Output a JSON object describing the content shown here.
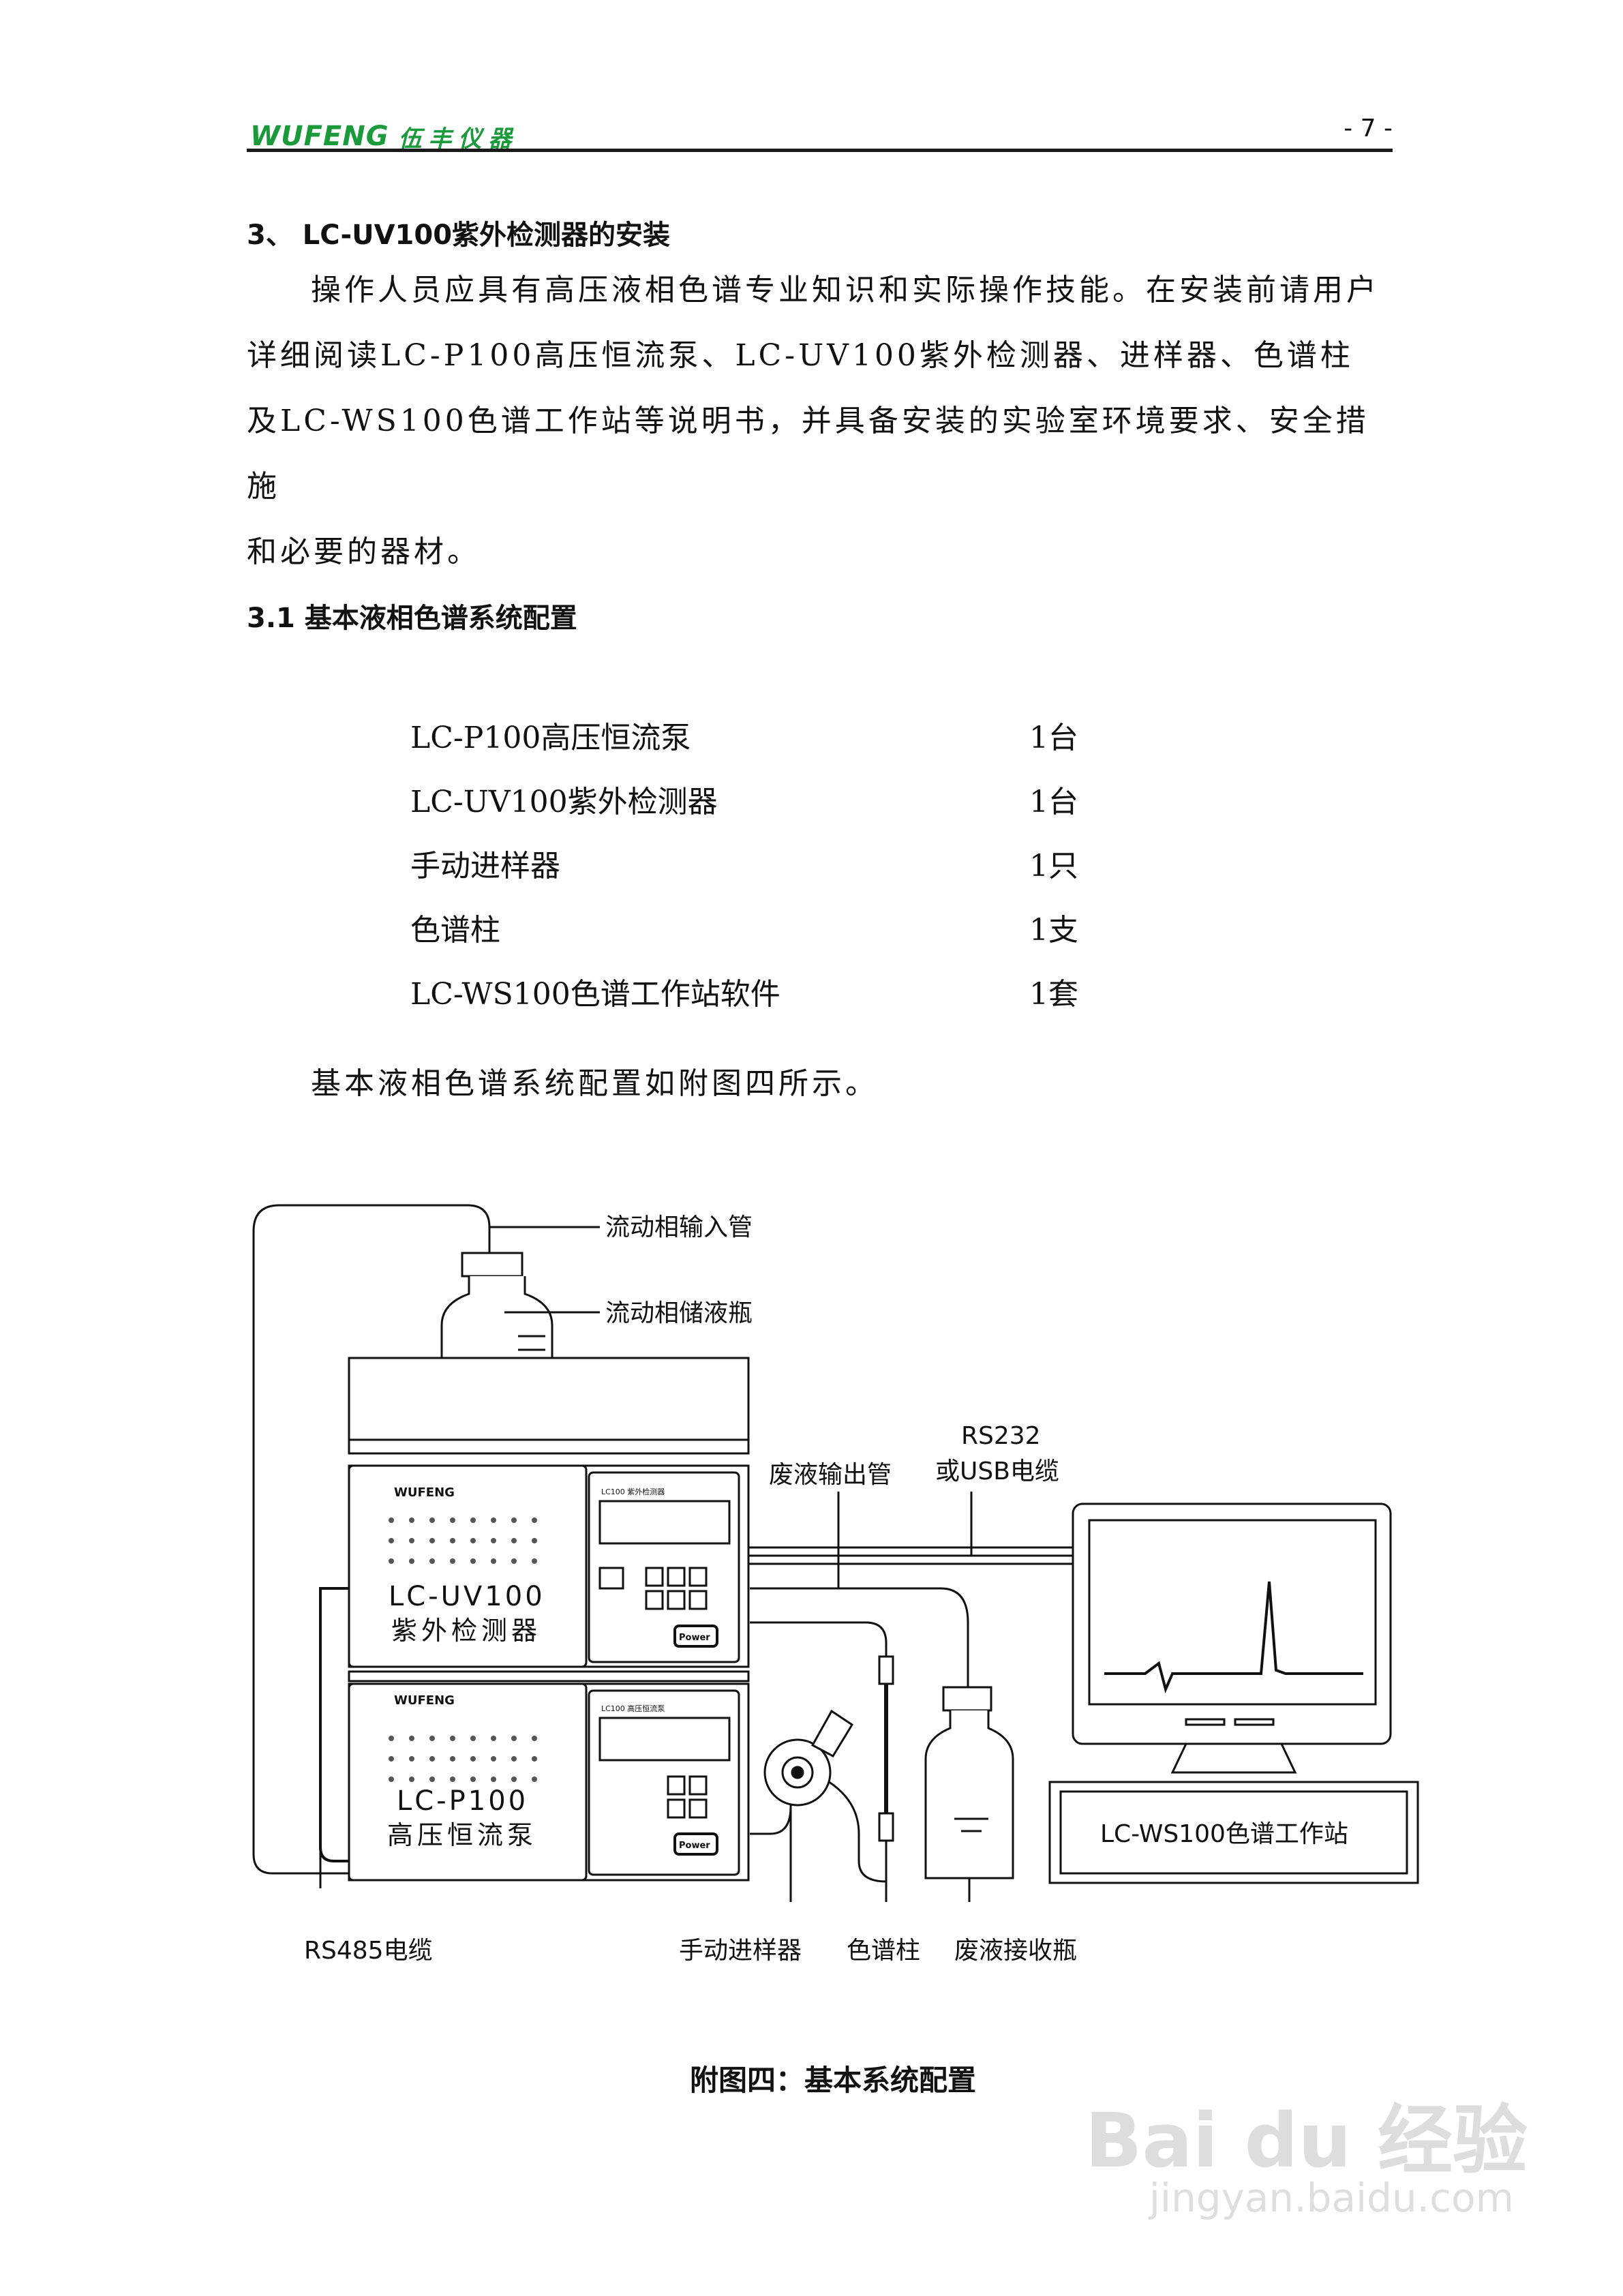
{
  "header": {
    "logo_latin": "WUFENG",
    "logo_cn": "伍丰仪器",
    "page_number": "- 7 -"
  },
  "section3": {
    "heading": "3、  LC-UV100紫外检测器的安装",
    "paragraph_lines": [
      "操作人员应具有高压液相色谱专业知识和实际操作技能。在安装前请用户",
      "详细阅读LC-P100高压恒流泵、LC-UV100紫外检测器、进样器、色谱柱",
      "及LC-WS100色谱工作站等说明书，并具备安装的实验室环境要求、安全措施",
      "和必要的器材。"
    ]
  },
  "section31": {
    "heading": "3.1  基本液相色谱系统配置",
    "items": [
      {
        "name": "LC-P100高压恒流泵",
        "qty": "1台"
      },
      {
        "name": "LC-UV100紫外检测器",
        "qty": "1台"
      },
      {
        "name": "手动进样器",
        "qty": "1只"
      },
      {
        "name": "色谱柱",
        "qty": "1支"
      },
      {
        "name": "LC-WS100色谱工作站软件",
        "qty": "1套"
      }
    ],
    "note": "基本液相色谱系统配置如附图四所示。"
  },
  "figure": {
    "labels": {
      "inlet_tube": "流动相输入管",
      "reservoir": "流动相储液瓶",
      "waste_tube": "废液输出管",
      "rs232_line1": "RS232",
      "rs232_line2": "或USB电缆",
      "rs485": "RS485电缆",
      "injector": "手动进样器",
      "column": "色谱柱",
      "waste_bottle": "废液接收瓶",
      "workstation": "LC-WS100色谱工作站"
    },
    "detector": {
      "brand": "WUFENG",
      "model": "LC-UV100",
      "name_cn": "紫外检测器",
      "panel_title": "LC100  紫外检测器",
      "power": "Power"
    },
    "pump": {
      "brand": "WUFENG",
      "model": "LC-P100",
      "name_cn": "高压恒流泵",
      "panel_title": "LC100  高压恒流泵",
      "power": "Power"
    },
    "caption": "附图四：基本系统配置"
  },
  "watermark": {
    "brand": "Bai du 经验",
    "url": "jingyan.baidu.com"
  }
}
